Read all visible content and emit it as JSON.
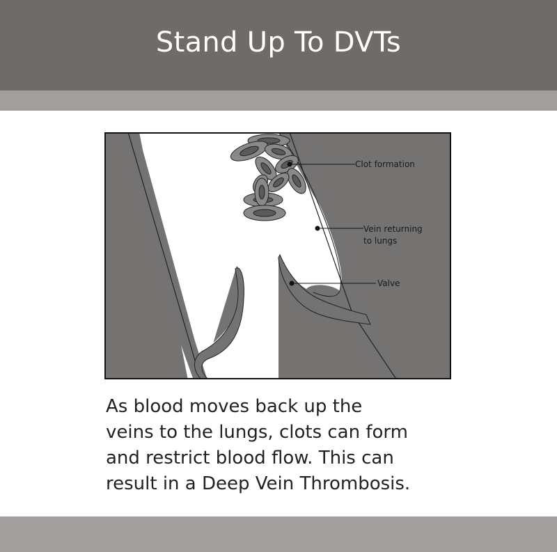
{
  "header": {
    "title": "Stand Up To DVTs"
  },
  "diagram": {
    "labels": {
      "clot": "Clot formation",
      "vein_line1": "Vein returning",
      "vein_line2": "to lungs",
      "valve": "Valve"
    }
  },
  "caption": {
    "lines": [
      "As blood moves back up the",
      "veins to the lungs, clots can form",
      "and restrict blood flow. This can",
      "result in a Deep Vein Thrombosis."
    ]
  },
  "colors": {
    "header_bg": "#6f6b69",
    "bar_bg": "#a29f9e",
    "vein_wall": "#747372",
    "clot_cells": "#8a8988"
  }
}
